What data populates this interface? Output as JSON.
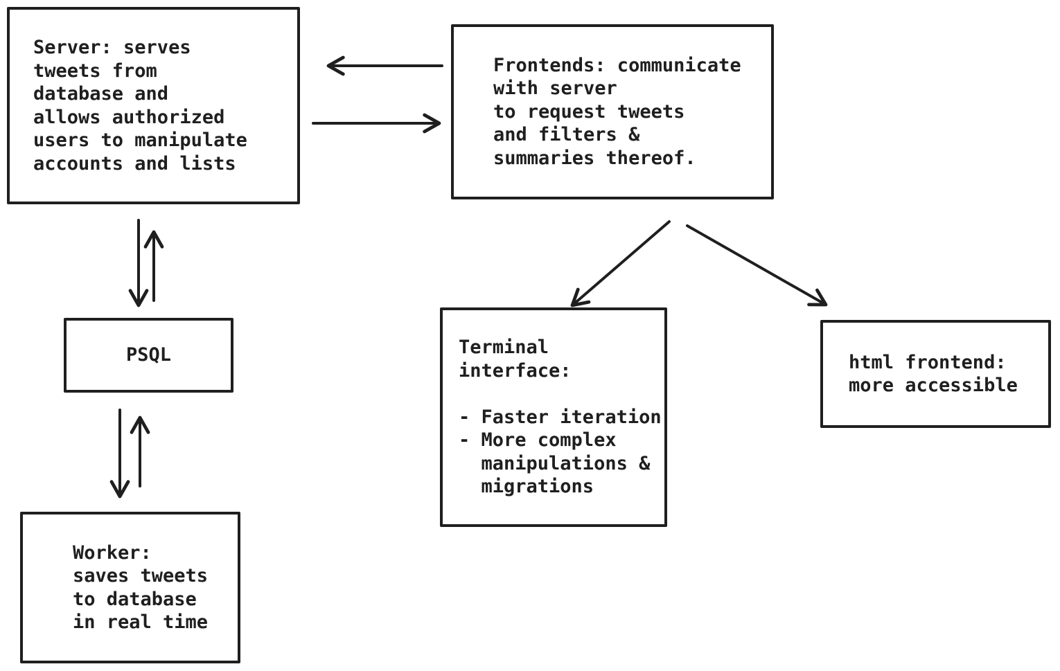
{
  "canvas": {
    "background_color": "#ffffff",
    "ink_color": "#1f1f1f"
  },
  "nodes": {
    "server": {
      "id": "server",
      "text": "Server: serves\ntweets from\ndatabase and\nallows authorized\nusers to manipulate\naccounts and lists"
    },
    "frontends": {
      "id": "frontends",
      "text": "Frontends: communicate\nwith server\nto request tweets\nand filters &\nsummaries thereof."
    },
    "psql": {
      "id": "psql",
      "text": "PSQL"
    },
    "worker": {
      "id": "worker",
      "text": "Worker:\nsaves tweets\nto database\nin real time"
    },
    "terminal": {
      "id": "terminal",
      "text": "Terminal\ninterface:\n\n- Faster iteration\n- More complex\n  manipulations &\n  migrations"
    },
    "html_frontend": {
      "id": "html_frontend",
      "text": "html frontend:\nmore accessible"
    }
  },
  "connections": [
    {
      "from": "frontends",
      "to": "server",
      "style": "arrow"
    },
    {
      "from": "server",
      "to": "frontends",
      "style": "arrow"
    },
    {
      "from": "server",
      "to": "psql",
      "style": "arrow"
    },
    {
      "from": "psql",
      "to": "server",
      "style": "arrow"
    },
    {
      "from": "psql",
      "to": "worker",
      "style": "arrow"
    },
    {
      "from": "worker",
      "to": "psql",
      "style": "arrow"
    },
    {
      "from": "frontends",
      "to": "terminal",
      "style": "arrow"
    },
    {
      "from": "frontends",
      "to": "html_frontend",
      "style": "arrow"
    }
  ]
}
